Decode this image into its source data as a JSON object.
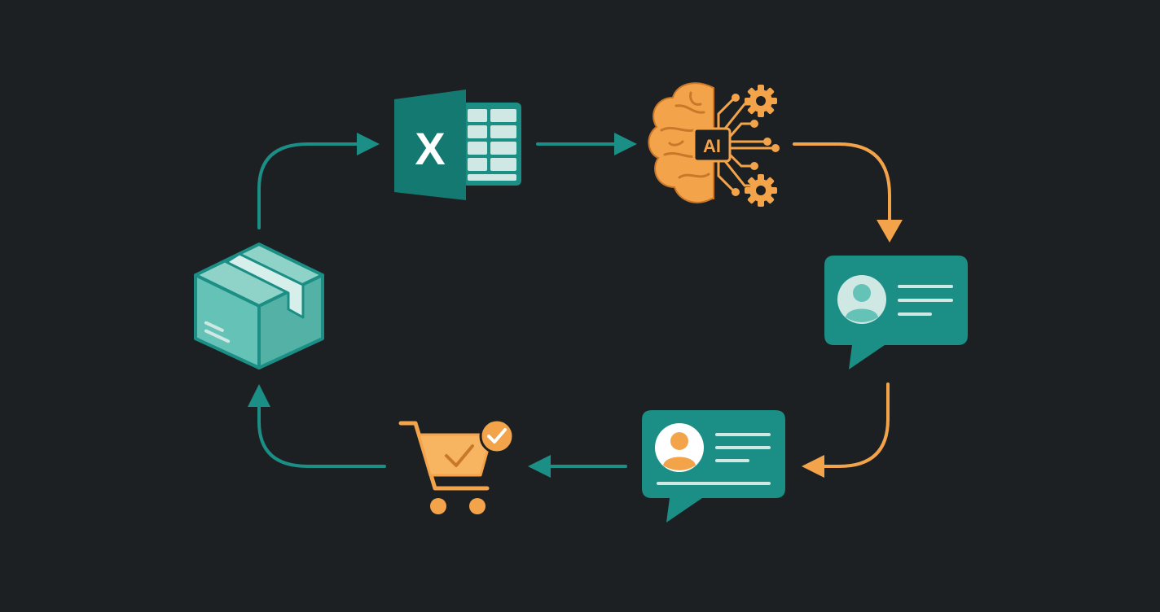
{
  "colors": {
    "background": "#1d2023",
    "teal": "#1b8f85",
    "teal_dark": "#147a71",
    "teal_light": "#64c2b6",
    "orange": "#f3a44a",
    "orange_light": "#f7b561",
    "line_light": "#cfe8e4"
  },
  "nodes": [
    {
      "id": "spreadsheet",
      "icon": "excel-spreadsheet-icon",
      "glyph": "X"
    },
    {
      "id": "ai-brain",
      "icon": "ai-brain-circuit-icon",
      "chip_text": "AI"
    },
    {
      "id": "customer-message",
      "icon": "chat-message-teal-avatar-icon"
    },
    {
      "id": "agent-reply",
      "icon": "chat-message-orange-avatar-icon"
    },
    {
      "id": "cart",
      "icon": "shopping-cart-check-icon"
    },
    {
      "id": "package",
      "icon": "package-box-icon"
    }
  ],
  "flow": [
    {
      "from": "package",
      "to": "spreadsheet",
      "color": "teal"
    },
    {
      "from": "spreadsheet",
      "to": "ai-brain",
      "color": "teal"
    },
    {
      "from": "ai-brain",
      "to": "customer-message",
      "color": "orange"
    },
    {
      "from": "customer-message",
      "to": "agent-reply",
      "color": "orange"
    },
    {
      "from": "agent-reply",
      "to": "cart",
      "color": "teal"
    },
    {
      "from": "cart",
      "to": "package",
      "color": "teal"
    }
  ]
}
